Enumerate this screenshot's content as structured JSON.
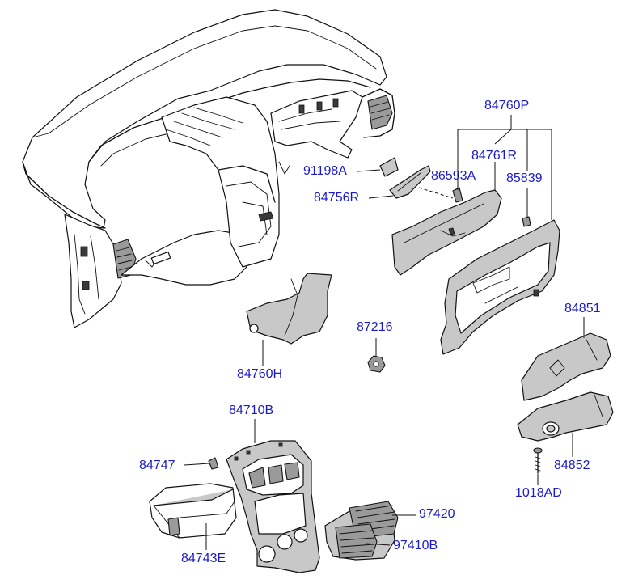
{
  "diagram": {
    "part_labels": [
      {
        "id": "84760P",
        "text": "84760P"
      },
      {
        "id": "84761R",
        "text": "84761R"
      },
      {
        "id": "91198A",
        "text": "91198A"
      },
      {
        "id": "86593A",
        "text": "86593A"
      },
      {
        "id": "85839",
        "text": "85839"
      },
      {
        "id": "84756R",
        "text": "84756R"
      },
      {
        "id": "87216",
        "text": "87216"
      },
      {
        "id": "84851",
        "text": "84851"
      },
      {
        "id": "84760H",
        "text": "84760H"
      },
      {
        "id": "84710B",
        "text": "84710B"
      },
      {
        "id": "84747",
        "text": "84747"
      },
      {
        "id": "84852",
        "text": "84852"
      },
      {
        "id": "97420",
        "text": "97420"
      },
      {
        "id": "1018AD",
        "text": "1018AD"
      },
      {
        "id": "84743E",
        "text": "84743E"
      },
      {
        "id": "97410B",
        "text": "97410B"
      }
    ],
    "label_color": "#1a1acc",
    "line_color": "#111111"
  }
}
